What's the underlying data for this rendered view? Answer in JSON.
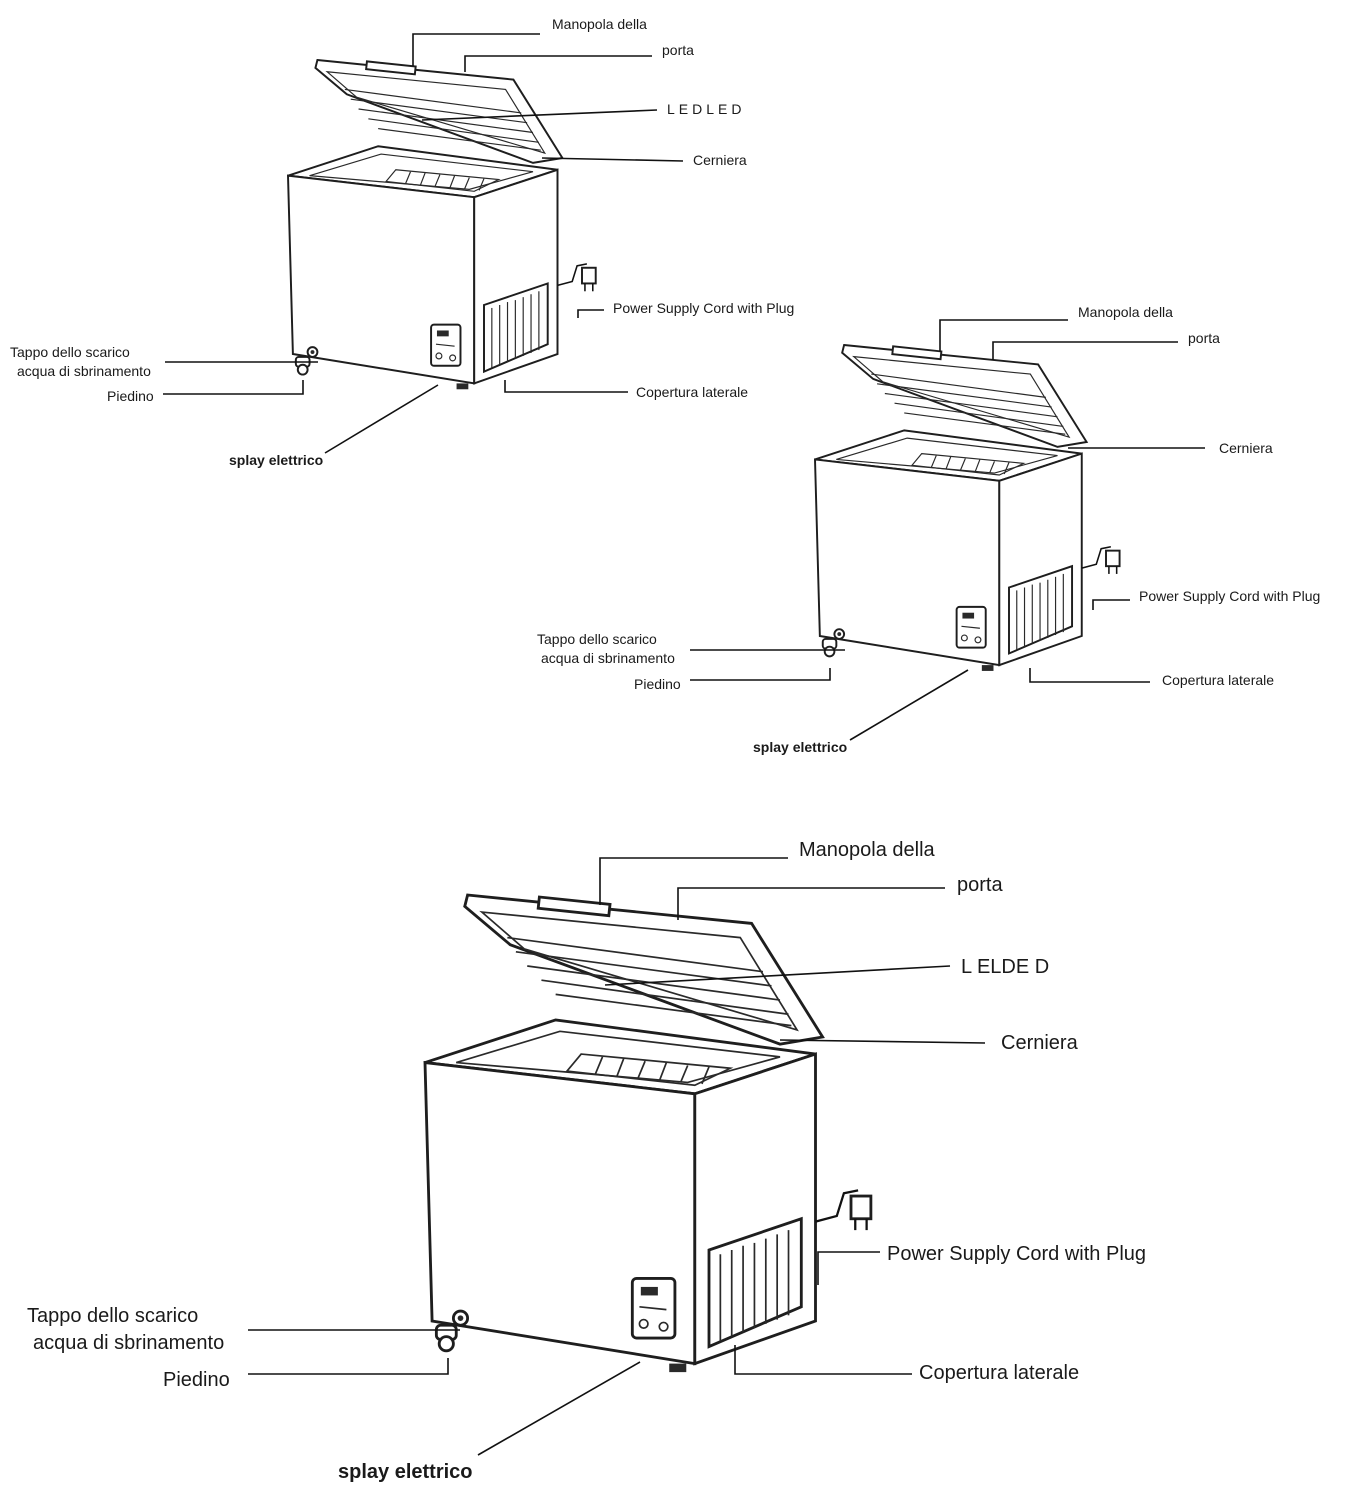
{
  "diagrams": [
    {
      "labels": {
        "handle_line1": "Manopola della",
        "handle_line2": "porta",
        "led": "LEDLED",
        "hinge": "Cerniera",
        "power": "Power Supply Cord with Plug",
        "drain_line1": "Tappo dello scarico",
        "drain_line2": "acqua di sbrinamento",
        "foot": "Piedino",
        "side_cover": "Copertura laterale",
        "display": "splay elettrico"
      }
    },
    {
      "labels": {
        "handle_line1": "Manopola della",
        "handle_line2": "porta",
        "hinge": "Cerniera",
        "power": "Power Supply Cord with Plug",
        "drain_line1": "Tappo dello scarico",
        "drain_line2": "acqua di sbrinamento",
        "foot": "Piedino",
        "side_cover": "Copertura laterale",
        "display": "splay elettrico"
      }
    },
    {
      "labels": {
        "handle_line1": "Manopola della",
        "handle_line2": "porta",
        "led": "L ELDE D",
        "hinge": "Cerniera",
        "power": "Power Supply Cord with Plug",
        "drain_line1": "Tappo dello scarico",
        "drain_line2": "acqua di sbrinamento",
        "foot": "Piedino",
        "side_cover": "Copertura laterale",
        "display": "splay elettrico"
      }
    }
  ]
}
